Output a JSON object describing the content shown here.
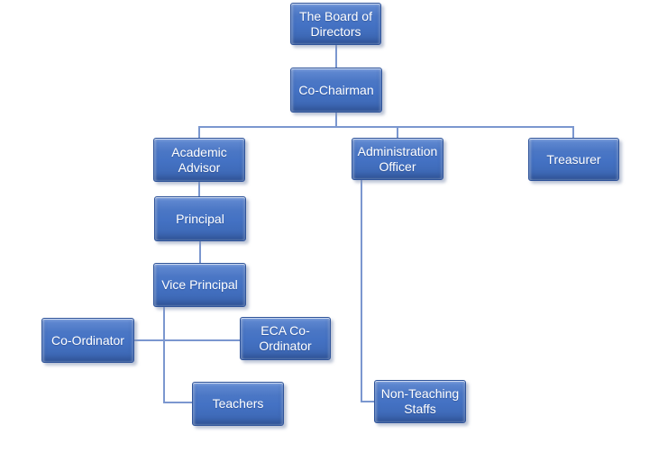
{
  "diagram": {
    "type": "org-chart",
    "background_color": "#ffffff",
    "node_fill_color": "#4472C4",
    "node_border_color": "#2F549A",
    "node_text_color": "#FFFFFF",
    "connector_color": "#7B97CF",
    "nodes": [
      {
        "id": "board",
        "label": "The Board of Directors"
      },
      {
        "id": "co_chairman",
        "label": "Co-Chairman"
      },
      {
        "id": "academic_advisor",
        "label": "Academic Advisor"
      },
      {
        "id": "administration_officer",
        "label": "Administration Officer"
      },
      {
        "id": "treasurer",
        "label": "Treasurer"
      },
      {
        "id": "principal",
        "label": "Principal"
      },
      {
        "id": "vice_principal",
        "label": "Vice Principal"
      },
      {
        "id": "co_ordinator",
        "label": "Co-Ordinator"
      },
      {
        "id": "eca_co_ordinator",
        "label": "ECA Co-Ordinator"
      },
      {
        "id": "teachers",
        "label": "Teachers"
      },
      {
        "id": "non_teaching_staffs",
        "label": "Non-Teaching Staffs"
      }
    ],
    "edges": [
      {
        "from": "board",
        "to": "co_chairman"
      },
      {
        "from": "co_chairman",
        "to": "academic_advisor"
      },
      {
        "from": "co_chairman",
        "to": "administration_officer"
      },
      {
        "from": "co_chairman",
        "to": "treasurer"
      },
      {
        "from": "academic_advisor",
        "to": "principal"
      },
      {
        "from": "principal",
        "to": "vice_principal"
      },
      {
        "from": "vice_principal",
        "to": "co_ordinator"
      },
      {
        "from": "vice_principal",
        "to": "eca_co_ordinator"
      },
      {
        "from": "vice_principal",
        "to": "teachers"
      },
      {
        "from": "administration_officer",
        "to": "non_teaching_staffs"
      }
    ]
  }
}
